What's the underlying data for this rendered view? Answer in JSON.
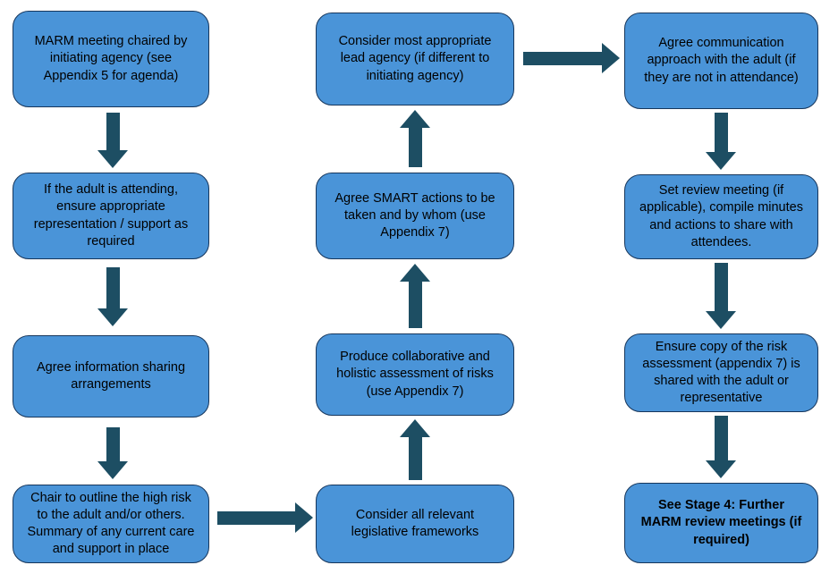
{
  "flowchart": {
    "name": "MARM meeting process flowchart",
    "colors": {
      "box_fill": "#4a94d8",
      "box_border": "#16365c",
      "arrow": "#1d4e63",
      "text": "#000000",
      "background": "#ffffff"
    },
    "boxes": [
      {
        "id": "marm-meeting-chaired",
        "text": "MARM meeting chaired by initiating agency (see Appendix 5 for agenda)",
        "bold": false
      },
      {
        "id": "adult-attending-representation",
        "text": "If the adult is attending, ensure appropriate representation / support as required",
        "bold": false
      },
      {
        "id": "information-sharing",
        "text": "Agree information sharing arrangements",
        "bold": false
      },
      {
        "id": "chair-outline-risk",
        "text": "Chair to outline the high risk to the adult and/or others. Summary of any current care and support in place",
        "bold": false
      },
      {
        "id": "lead-agency",
        "text": "Consider most appropriate lead agency (if different to initiating agency)",
        "bold": false
      },
      {
        "id": "smart-actions",
        "text": "Agree SMART actions to be taken and by whom (use Appendix 7)",
        "bold": false
      },
      {
        "id": "collaborative-assessment",
        "text": "Produce collaborative and holistic assessment of risks (use Appendix 7)",
        "bold": false
      },
      {
        "id": "legislative-frameworks",
        "text": "Consider all relevant legislative frameworks",
        "bold": false
      },
      {
        "id": "communication-approach",
        "text": "Agree communication approach with the adult (if they are not in attendance)",
        "bold": false
      },
      {
        "id": "set-review-meeting",
        "text": "Set review meeting (if applicable), compile minutes and actions to share with attendees.",
        "bold": false
      },
      {
        "id": "share-risk-assessment",
        "text": "Ensure copy of the risk assessment (appendix 7) is shared with the adult or representative",
        "bold": false
      },
      {
        "id": "stage-4-review",
        "text": "See Stage 4: Further MARM review meetings (if required)",
        "bold": true
      }
    ],
    "connections": [
      {
        "from": "marm-meeting-chaired",
        "to": "adult-attending-representation",
        "direction": "down"
      },
      {
        "from": "adult-attending-representation",
        "to": "information-sharing",
        "direction": "down"
      },
      {
        "from": "information-sharing",
        "to": "chair-outline-risk",
        "direction": "down"
      },
      {
        "from": "chair-outline-risk",
        "to": "legislative-frameworks",
        "direction": "right"
      },
      {
        "from": "legislative-frameworks",
        "to": "collaborative-assessment",
        "direction": "up"
      },
      {
        "from": "collaborative-assessment",
        "to": "smart-actions",
        "direction": "up"
      },
      {
        "from": "smart-actions",
        "to": "lead-agency",
        "direction": "up"
      },
      {
        "from": "lead-agency",
        "to": "communication-approach",
        "direction": "right"
      },
      {
        "from": "communication-approach",
        "to": "set-review-meeting",
        "direction": "down"
      },
      {
        "from": "set-review-meeting",
        "to": "share-risk-assessment",
        "direction": "down"
      },
      {
        "from": "share-risk-assessment",
        "to": "stage-4-review",
        "direction": "down"
      }
    ]
  }
}
